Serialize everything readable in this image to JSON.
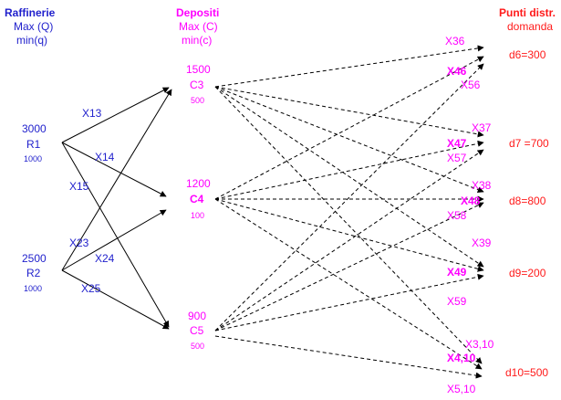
{
  "colors": {
    "refinery": "#1f1fcc",
    "depot": "#ff00ff",
    "demand": "#ff1a1a",
    "arrow": "#000000"
  },
  "headers": {
    "refineries": {
      "title": "Raffinerie",
      "line1": "Max (Q)",
      "line2": "min(q)"
    },
    "depots": {
      "title": "Depositi",
      "line1": "Max (C)",
      "line2": "min(c)"
    },
    "demand": {
      "title": "Punti distr.",
      "line1": "domanda"
    }
  },
  "refineries": [
    {
      "max": "3000",
      "name": "R1",
      "min": "1000"
    },
    {
      "max": "2500",
      "name": "R2",
      "min": "1000"
    }
  ],
  "depots": [
    {
      "max": "1500",
      "name": "C3",
      "min": "500"
    },
    {
      "max": "1200",
      "name": "C4",
      "min": "100"
    },
    {
      "max": "900",
      "name": "C5",
      "min": "500"
    }
  ],
  "demand_points": [
    "d6=300",
    "d7 =700",
    "d8=800",
    "d9=200",
    "d10=500"
  ],
  "flow_labels_refineries": [
    "X13",
    "X14",
    "X15",
    "X23",
    "X24",
    "X25"
  ],
  "flow_labels_depots": {
    "d6": [
      "X36",
      "X46",
      "X56"
    ],
    "d7": [
      "X37",
      "X47",
      "X57"
    ],
    "d8": [
      "X38",
      "X48",
      "X58"
    ],
    "d9": [
      "X39",
      "X49",
      "X59"
    ],
    "d10": [
      "X3,10",
      "X4,10",
      "X5,10"
    ]
  }
}
